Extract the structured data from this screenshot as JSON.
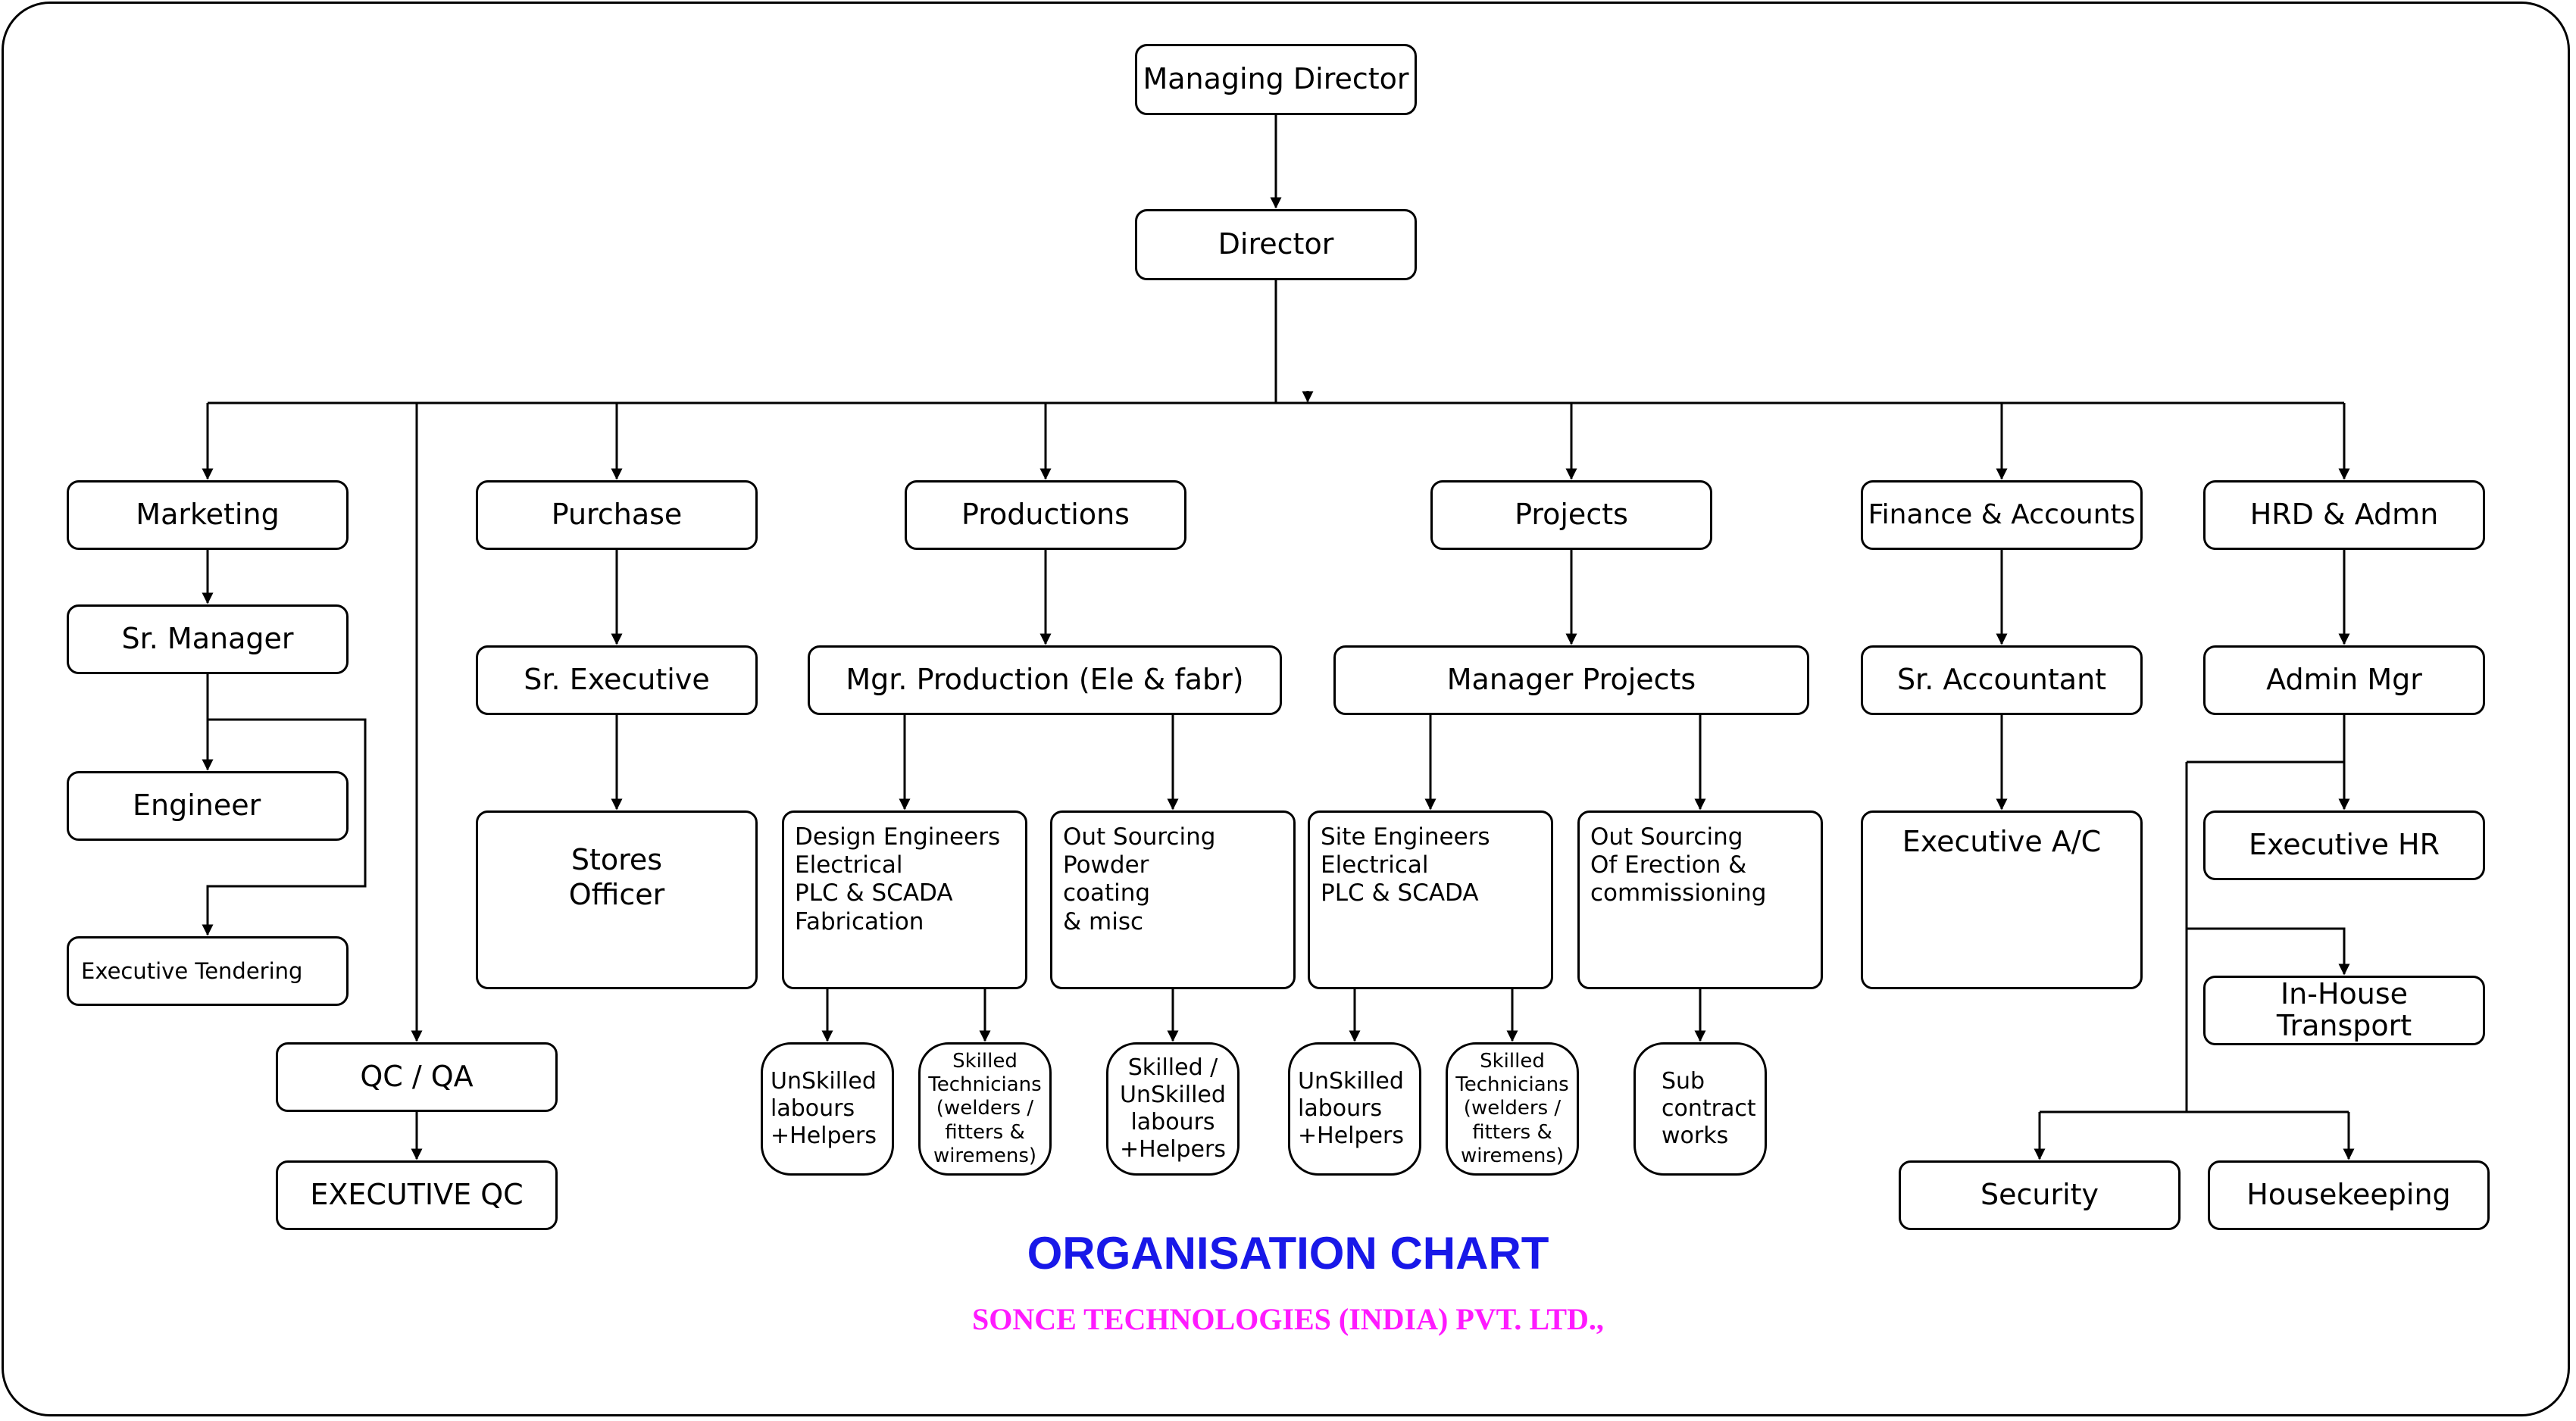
{
  "nodes": {
    "managing_director": "Managing Director",
    "director": "Director",
    "marketing": "Marketing",
    "sr_manager": "Sr. Manager",
    "engineer": "Engineer",
    "executive_tendering": "Executive Tendering",
    "qc_qa": "QC / QA",
    "executive_qc": "EXECUTIVE QC",
    "purchase": "Purchase",
    "sr_executive": "Sr. Executive",
    "stores_officer": "Stores\nOfficer",
    "productions": "Productions",
    "mgr_production": "Mgr. Production (Ele & fabr)",
    "design_engineers": "Design Engineers\nElectrical\nPLC & SCADA\nFabrication",
    "out_sourcing_powder": "Out Sourcing\nPowder\ncoating\n& misc",
    "prod_unskilled": "UnSkilled\nlabours\n+Helpers",
    "prod_skilled": "Skilled\nTechnicians\n(welders /\nfitters &\nwiremens)",
    "prod_skilled_unskilled": "Skilled /\nUnSkilled\nlabours\n+Helpers",
    "projects": "Projects",
    "manager_projects": "Manager Projects",
    "site_engineers": "Site Engineers\nElectrical\nPLC & SCADA",
    "out_sourcing_erection": "Out Sourcing\nOf Erection &\ncommissioning",
    "proj_unskilled": "UnSkilled\nlabours\n+Helpers",
    "proj_skilled": "Skilled\nTechnicians\n(welders /\nfitters &\nwiremens)",
    "sub_contract": "Sub\ncontract\nworks",
    "finance_accounts": "Finance & Accounts",
    "sr_accountant": "Sr. Accountant",
    "executive_ac": "Executive A/C",
    "hrd_admn": "HRD & Admn",
    "admin_mgr": "Admin Mgr",
    "executive_hr": "Executive HR",
    "inhouse_transport": "In-House\nTransport",
    "security": "Security",
    "housekeeping": "Housekeeping"
  },
  "title": "ORGANISATION CHART",
  "subtitle": "SONCE TECHNOLOGIES (INDIA) PVT. LTD.,",
  "colors": {
    "title": "#1818e8",
    "subtitle": "#ff1aff",
    "lines": "#000000"
  }
}
